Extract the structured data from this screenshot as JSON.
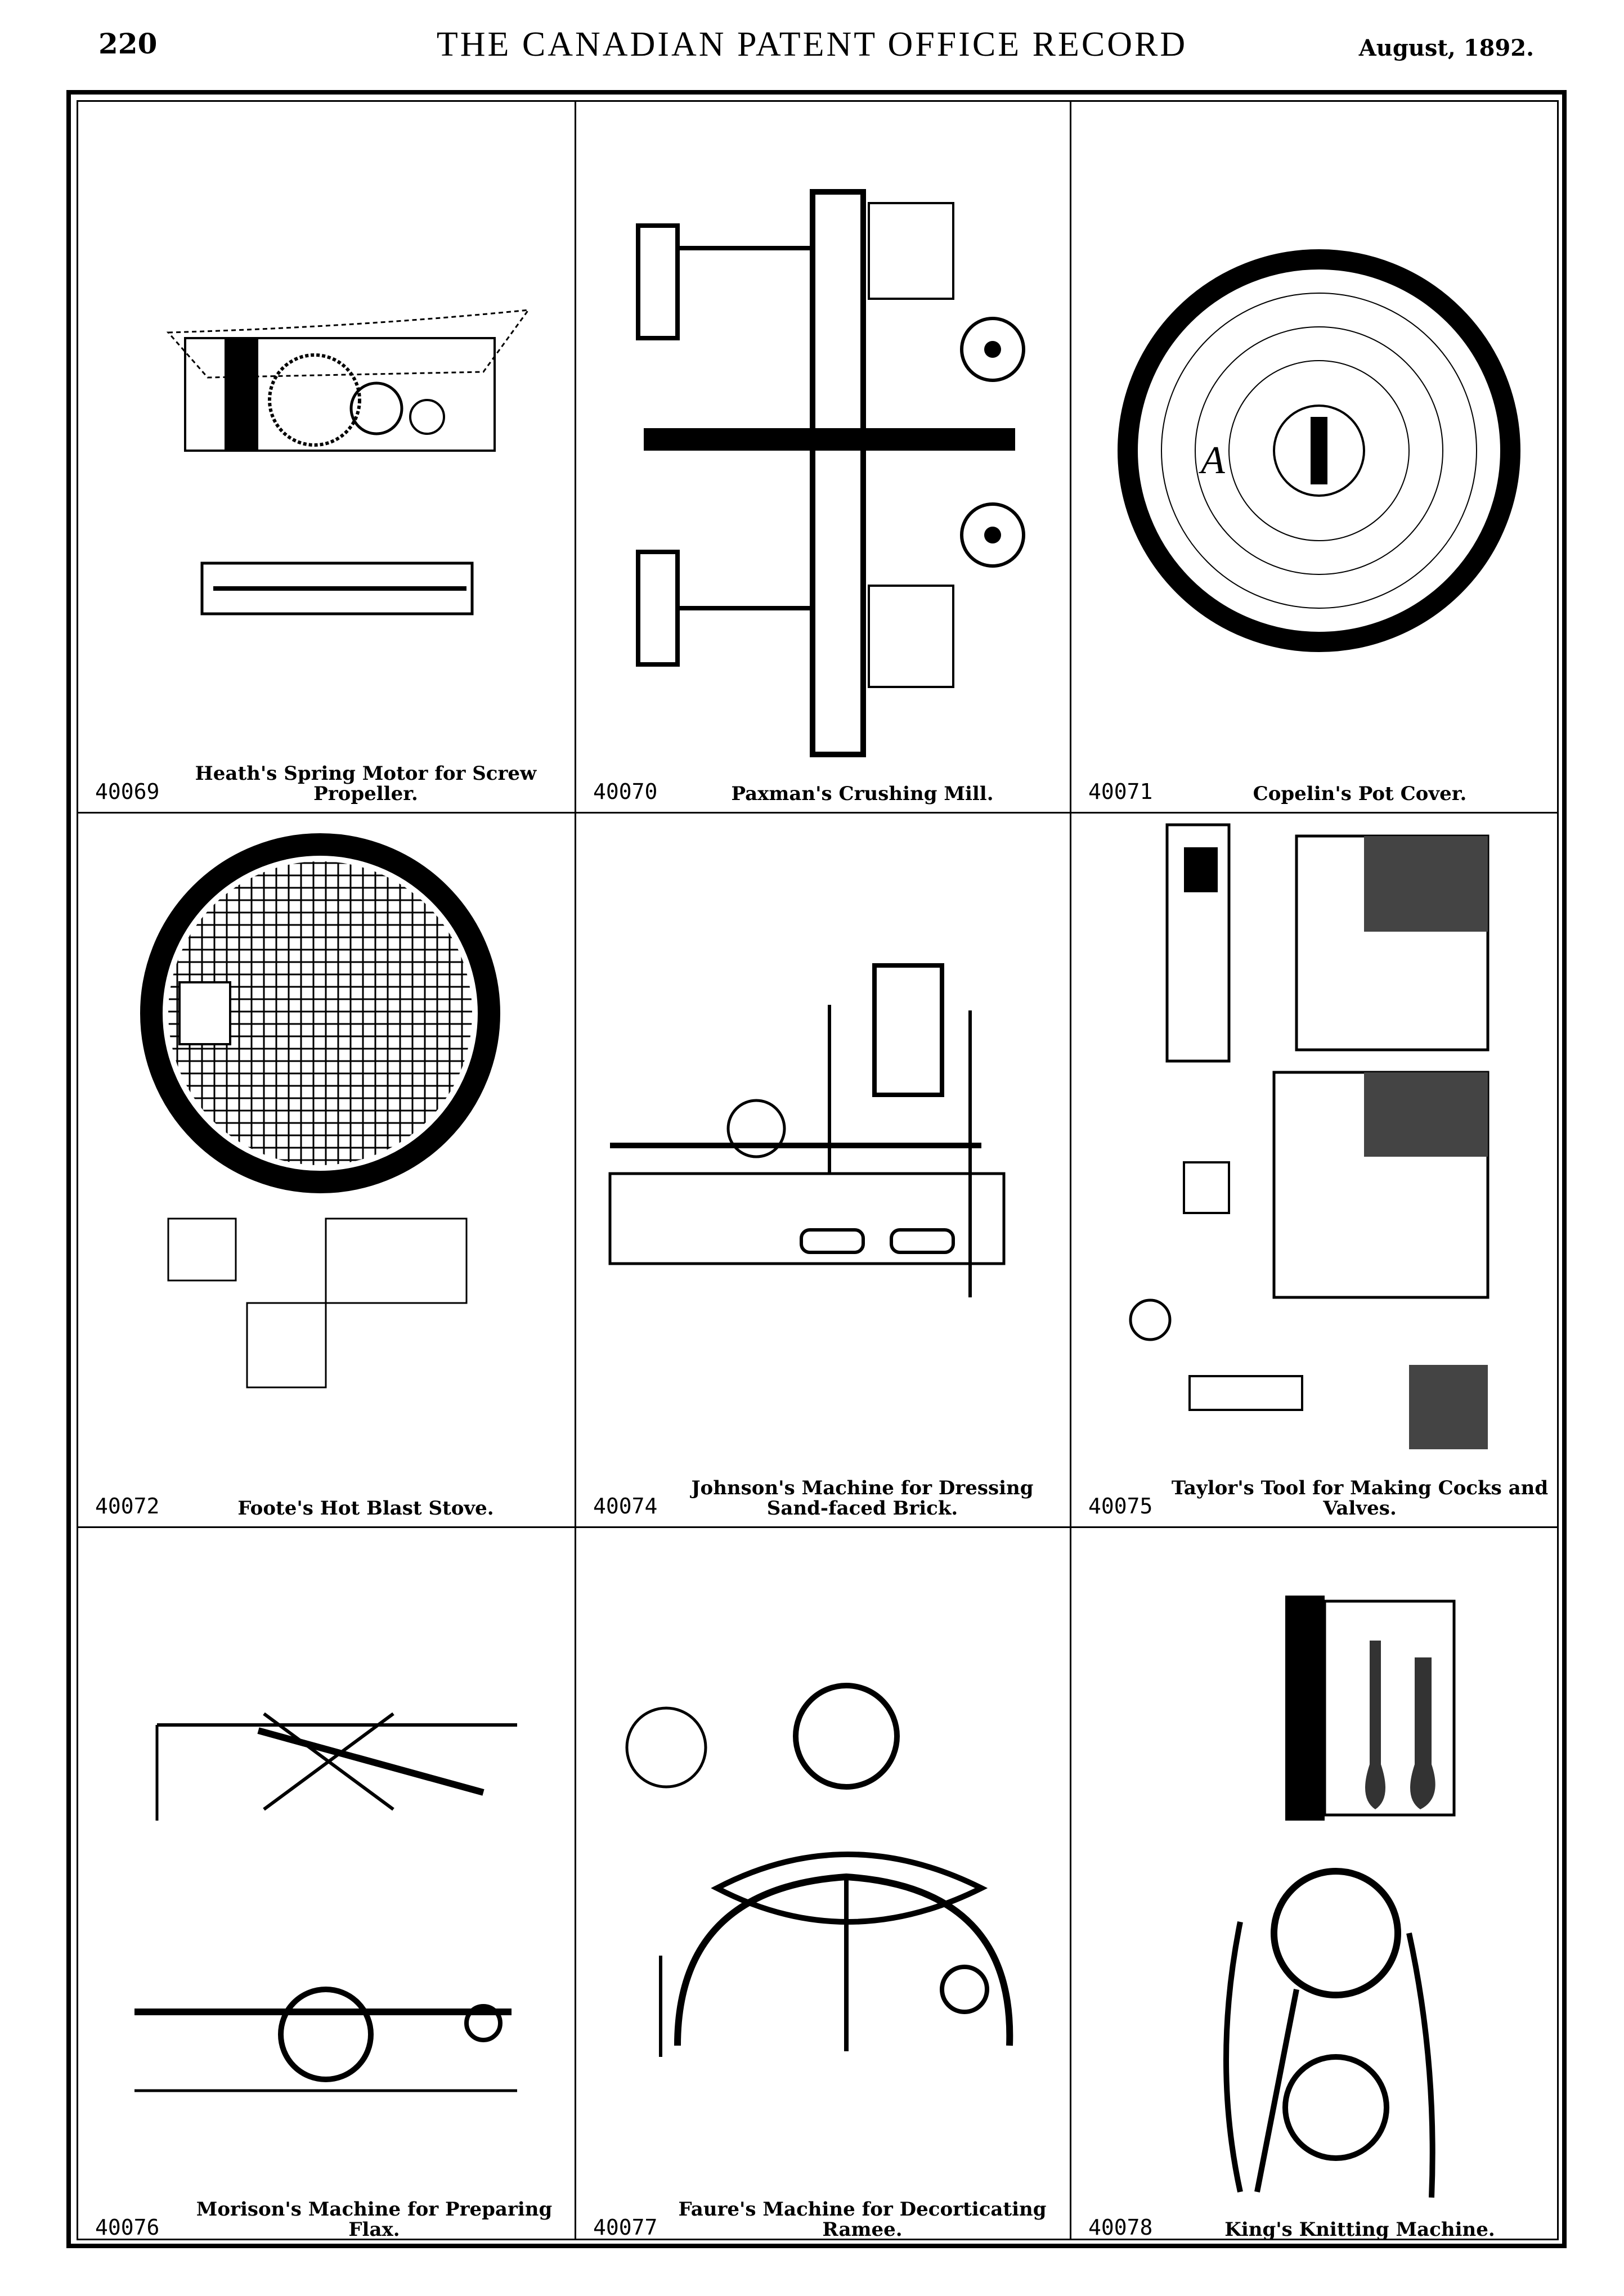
{
  "header": {
    "page_number": "220",
    "title": "THE CANADIAN PATENT OFFICE RECORD",
    "date": "August, 1892."
  },
  "patents": [
    {
      "number": "40069",
      "caption": "Heath's Spring Motor for Screw Propeller."
    },
    {
      "number": "40070",
      "caption": "Paxman's Crushing Mill."
    },
    {
      "number": "40071",
      "caption": "Copelin's Pot Cover."
    },
    {
      "number": "40072",
      "caption": "Foote's Hot Blast Stove."
    },
    {
      "number": "40074",
      "caption": "Johnson's Machine for Dressing Sand-faced Brick."
    },
    {
      "number": "40075",
      "caption": "Taylor's Tool for Making Cocks and Valves."
    },
    {
      "number": "40076",
      "caption": "Morison's Machine for Preparing Flax."
    },
    {
      "number": "40077",
      "caption": "Faure's Machine for Decorticating Ramee."
    },
    {
      "number": "40078",
      "caption": "King's Knitting Machine."
    }
  ]
}
